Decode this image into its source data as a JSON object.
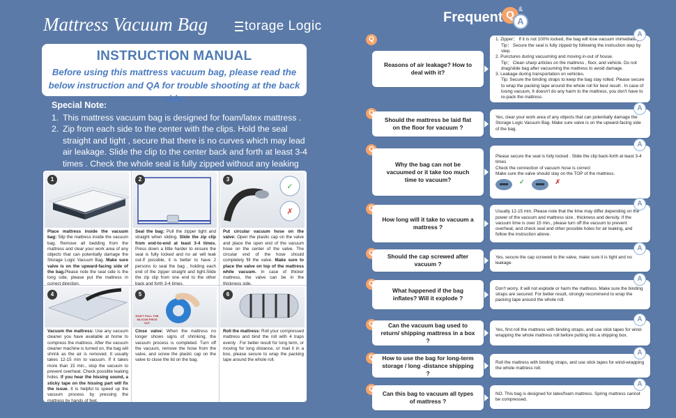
{
  "header": {
    "title": "Mattress Vacuum Bag",
    "brand": "torage Logic",
    "brand_icon": "stacked-lines-s-logo"
  },
  "manual": {
    "title": "INSTRUCTION MANUAL",
    "subtitle": "Before using this mattress vacuum bag, please read the below instruction and QA for trouble shooting at the back side."
  },
  "special_note": {
    "title": "Special Note:",
    "items": [
      {
        "num": "1.",
        "text": "This mattress vacuum bag is designed for foam/latex mattress ."
      },
      {
        "num": "2.",
        "text": "Zip from each side to the center with the clips. Hold the seal straight and tight , secure that there is no curves which may lead air leakage. Slide the clip to the center back and forth at least 3-4 times .  Check the whole seal is fully zipped without any leaking holes."
      }
    ]
  },
  "steps": [
    {
      "num": "1",
      "bold": "Place mattress inside the vacuum bag:",
      "text": " Slip the mattress inside the vacuum bag. Remove all bedding from the mattress and clear your work area of any objects that can potentially damage the Storage Logic Vacuum Bag. ",
      "bold2": "Make sure valve is on the upward-facing side of the bag.",
      "text2": "Please note the seal side is the long side, please put the mattress in correct direction."
    },
    {
      "num": "2",
      "bold": "Seal the bag:",
      "text": " Pull the zipper tight and straight when sliding. ",
      "bold2": "Slide the zip clip from end-to-end at least 3-4 times.",
      "text2": " Press down a little harder to ensure the seal is fully locked and no air will leak out.If possible, it is better to have 2 persons to seal the bag , holding each end of the zipper straight and tight.Slide the zip clip from one end to the other back and forth 3-4 times."
    },
    {
      "num": "3",
      "bold": "Put circular vacuum hose on the valve:",
      "text": " Open the plastic cap on the valve and place the open end of the vacuum hose on the center of the valve. The circular end of the hose should completely fill the valve. ",
      "bold2": "Make sure to place the valve on top of the mattress while vacuum.",
      "text2": " In case of thicker mattress, the valve can be in the thickness side."
    },
    {
      "num": "4",
      "bold": "Vacuum the mattress:",
      "text": " Use any vacuum cleaner you have available at home to compress the mattress. After the vacuum cleaner machine is turned on, the bag will shrink as the air is removed. It usually takes 12-15 min to vacuum. If it takes more than 15 min., stop the vacuum to prevent overheat. Check possible leaking holes. ",
      "bold2": "If you hear the hissing sound, a sticky tape on the hissing part will fix the issue.",
      "text2": " It is helpful to speed up the vacuum process by pressing the mattress by hands of feet."
    },
    {
      "num": "5",
      "bold": "Close valve:",
      "text": " When the mattress no longer shows signs of shrinking, the vacuum process is completed. Turn off the vacuum, remove the hose from the valve, and screw the plastic cap on the valve to close the lid on the bag.",
      "bold2": "",
      "text2": "",
      "image_label": "DON'T PULL THE SILICON PIECE OUT"
    },
    {
      "num": "6",
      "bold": "Roll the mattress:",
      "text": " Roll your compressed mattress and bind the roll with 4 traps evenly . For better result for long term, or moving for long distance, or mail it in a box, please secure to wrap the packing tape around the whole roll.",
      "bold2": "",
      "text2": ""
    }
  ],
  "faq": {
    "title": "Frequent",
    "logo_q": "Q",
    "logo_a": "A",
    "logo_amp": "&",
    "q_letter": "Q",
    "a_letter": "A",
    "items": [
      {
        "q": "Reasons of air leakage? How to deal with it?",
        "a_lines": [
          "1. Zipper： If it is not 100% locked, the bag will lose vacuum immediately .",
          "   Tip： Secure the seal is fully zipped by following the instruction step by step.",
          "2. Punctures during vacuuming and moving in-out of house.",
          "   Tip： Clean sharp articles on the mattress , floor, and vehicle. Do not drag/slide bag after vacuuming the mattress to avoid damage.",
          "3. Leakage during transportation on vehicles.",
          "   Tip: Secure the binding straps to keep the bag stay rolled. Please secure to wrap the packing  tape around the whole roll for best result . In case of losing vacuum, It doesn't do any harm to the mattress, you don't have to re-pack the mattress."
        ]
      },
      {
        "q": "Should the mattress be laid flat on the floor for vacuum ?",
        "a_lines": [
          "Yes, clear your work area of any objects that can potentially damage the Storage Logic Vacuum Bag. Make sure valve is on the upward-facing side of the bag."
        ]
      },
      {
        "q": "Why the bag can not be vacuumed or it take too much time to vacuum?",
        "a_lines": [
          "Please secure the seal is fully locked . Slide the clip back-forth at least 3-4 times",
          "Check the connection of vacuum hose is correct",
          "Make sure the valve should stay on the TOP of the mattress."
        ]
      },
      {
        "q": "How long will it take to vacuum a mattress ?",
        "a_lines": [
          "Usually 12-15 min. Please note that the time may differ depending on the power of the vacuum and mattress size , thickness and density. If the vacuum time is over 15 min., please turn off the vacuum to prevent overheat, and check seal and other possible holes for air leaking, and follow the instruction above."
        ]
      },
      {
        "q": "Should the cap screwed after vacuum ?",
        "a_lines": [
          "Yes, secure the cap screwed to the valve, make sure it is tight and no leakage."
        ]
      },
      {
        "q": "What happened if the bag inflates? Will it explode ?",
        "a_lines": [
          "Don't worry. It will not explode or harm the mattress.  Make sure the binding straps are secured. For better result,  strongly recommend to wrap the packing tape around the whole roll."
        ]
      },
      {
        "q": "Can the vacuum bag used to return/ shipping mattress in a box ?",
        "a_lines": [
          "Yes, first roll the mattress with binding straps, and use stick tapes for wind-wrapping the whole mattress roll before putting into a shipping box."
        ]
      },
      {
        "q": "How to use the bag for long-term storage / long -distance shipping ?",
        "a_lines": [
          "Roll the mattress with binding straps, and use stick tapes for wind-wrapping the whole mattress roll."
        ]
      },
      {
        "q": "Can this bag to vacuum all types of mattress ?",
        "a_lines": [
          "NO. This bag is designed for latex/foam mattress. Spring mattress cannot be compressed."
        ]
      }
    ]
  },
  "colors": {
    "background": "#5b7aa8",
    "q_orange": "#f4a46b",
    "manual_blue": "#4e7ab3"
  }
}
